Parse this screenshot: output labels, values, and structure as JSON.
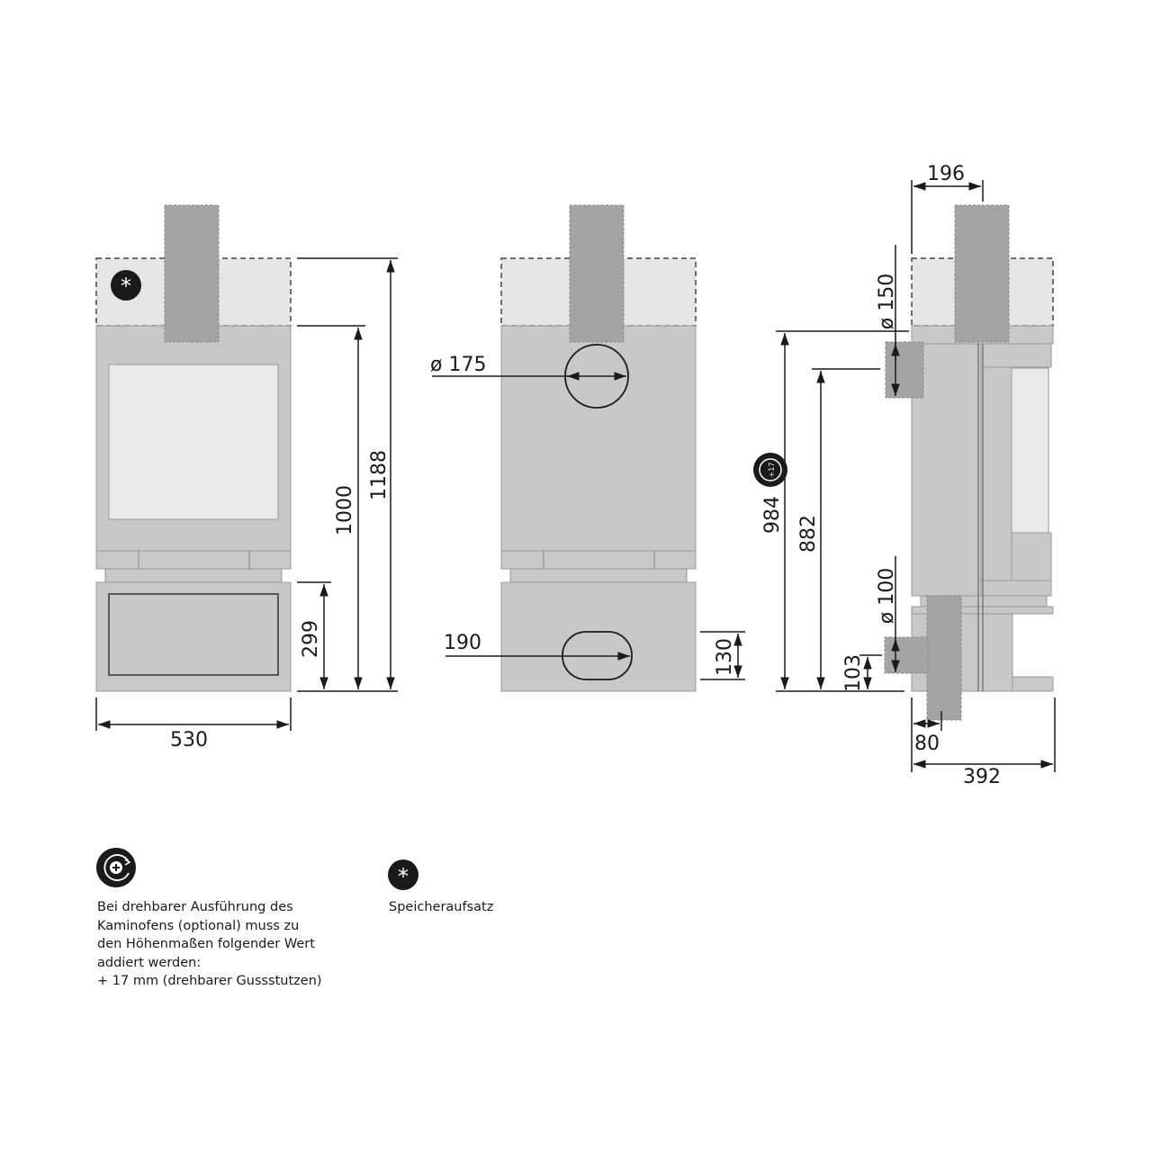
{
  "front_view": {
    "dim_width": "530",
    "dim_height_total": "1188",
    "dim_height_body": "1000",
    "dim_height_base": "299",
    "marker_icon": "asterisk-icon"
  },
  "back_view": {
    "dim_flue_diameter": "ø 175",
    "dim_air_inlet_width": "190",
    "dim_air_inlet_height": "130"
  },
  "side_view": {
    "dim_flue_offset": "196",
    "dim_flue_diameter": "ø 150",
    "dim_height_984": "984",
    "dim_height_882": "882",
    "dim_air_diameter": "ø 100",
    "dim_air_height": "103",
    "dim_air_offset": "80",
    "dim_depth": "392",
    "rotation_badge": "+17"
  },
  "legend": {
    "rotation": {
      "icon": "rotate-plus-icon",
      "lines": [
        "Bei drehbarer Ausführung des",
        "Kaminofens (optional) muss zu",
        "den Höhenmaßen folgender Wert",
        "addiert werden:",
        "+ 17 mm (drehbarer Gussstutzen)"
      ]
    },
    "storage": {
      "icon": "asterisk-icon",
      "label": "Speicheraufsatz"
    }
  },
  "colors": {
    "body": "#c8c8c8",
    "storage": "#e6e6e6",
    "flue": "#a4a4a4",
    "line": "#1a1a1a"
  }
}
